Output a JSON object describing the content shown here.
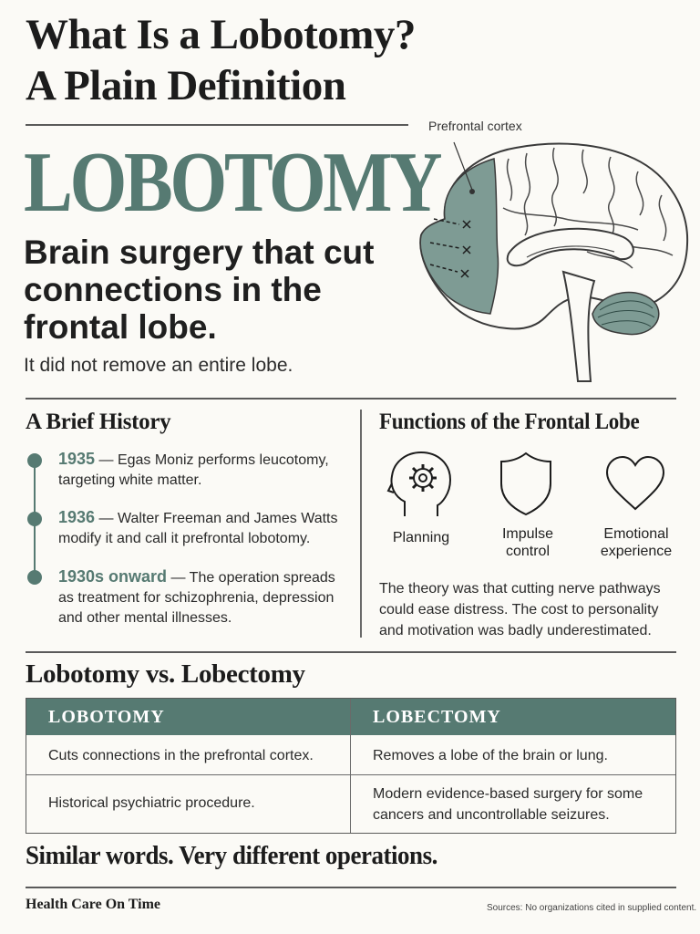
{
  "title_line1": "What Is a Lobotomy?",
  "title_line2": "A Plain Definition",
  "big_word": "LOBOTOMY",
  "subhead": "Brain surgery that cut connections in the frontal lobe.",
  "note": "It did not remove an entire lobe.",
  "brain_label": "Prefrontal cortex",
  "history": {
    "heading": "A Brief History",
    "items": [
      {
        "year": "1935",
        "text": " — Egas Moniz performs leucotomy, targeting white matter."
      },
      {
        "year": "1936",
        "text": " — Walter Freeman and James Watts modify it and call it prefrontal lobotomy."
      },
      {
        "year": "1930s onward",
        "text": " — The operation spreads as treatment for schizophrenia, depression and other mental illnesses."
      }
    ]
  },
  "functions": {
    "heading": "Functions of the Frontal Lobe",
    "items": [
      "Planning",
      "Impulse control",
      "Emotional experience"
    ],
    "theory": "The theory was that cutting nerve pathways could ease distress. The cost to personality and motivation was badly underestimated."
  },
  "comparison": {
    "heading": "Lobotomy vs. Lobectomy",
    "headers": [
      "LOBOTOMY",
      "LOBECTOMY"
    ],
    "rows": [
      [
        "Cuts connections in the prefrontal cortex.",
        "Removes a lobe of the brain or lung."
      ],
      [
        "Historical psychiatric procedure.",
        "Modern evidence-based surgery for some cancers and uncontrollable seizures."
      ]
    ]
  },
  "tagline": "Similar words. Very different operations.",
  "brand": "Health Care On Time",
  "sources": "Sources: No organizations cited in supplied content.",
  "colors": {
    "accent": "#567a72",
    "text": "#1c1c1c",
    "background": "#fbfaf6"
  },
  "icons": [
    "brain-illustration",
    "gear-head-icon",
    "shield-icon",
    "heart-icon"
  ]
}
